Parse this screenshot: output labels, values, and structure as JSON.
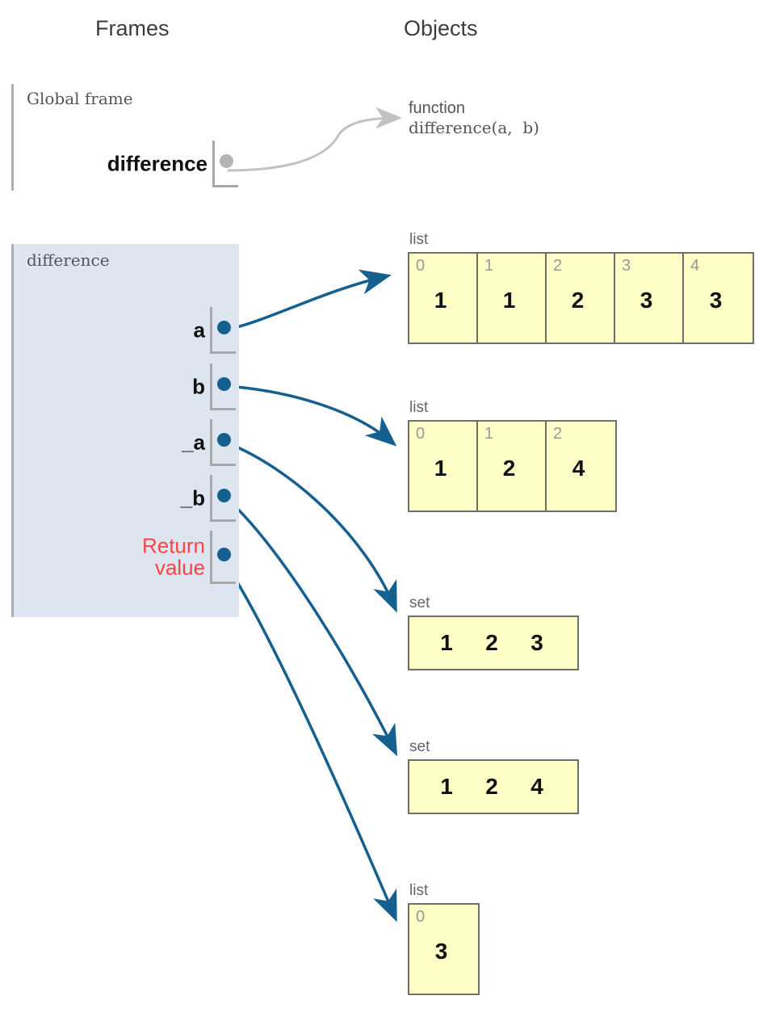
{
  "headings": {
    "frames": "Frames",
    "objects": "Objects"
  },
  "colors": {
    "frame_background": "#dde5f1",
    "object_background": "#fdfdc6",
    "object_border": "#6f6f66",
    "pointer": "#14608f",
    "global_pointer": "#b4b4b4",
    "return_value_text": "#ff4444",
    "index_text": "#9a9a9a"
  },
  "global_frame": {
    "title": "Global frame",
    "variables": [
      {
        "name": "difference",
        "pointer": "function-object"
      }
    ]
  },
  "stack_frame": {
    "title": "difference",
    "variables": [
      {
        "name": "a",
        "pointer": "list-1"
      },
      {
        "name": "b",
        "pointer": "list-2"
      },
      {
        "name": "_a",
        "pointer": "set-1"
      },
      {
        "name": "_b",
        "pointer": "set-2"
      },
      {
        "name": "Return value",
        "name_line1": "Return",
        "name_line2": "value",
        "pointer": "list-3",
        "is_return": true
      }
    ]
  },
  "objects": [
    {
      "id": "function-object",
      "type": "function",
      "kind_label": "function",
      "signature": "difference(a,  b)"
    },
    {
      "id": "list-1",
      "type": "list",
      "type_label": "list",
      "indices": [
        "0",
        "1",
        "2",
        "3",
        "4"
      ],
      "values": [
        "1",
        "1",
        "2",
        "3",
        "3"
      ]
    },
    {
      "id": "list-2",
      "type": "list",
      "type_label": "list",
      "indices": [
        "0",
        "1",
        "2"
      ],
      "values": [
        "1",
        "2",
        "4"
      ]
    },
    {
      "id": "set-1",
      "type": "set",
      "type_label": "set",
      "values": [
        "1",
        "2",
        "3"
      ]
    },
    {
      "id": "set-2",
      "type": "set",
      "type_label": "set",
      "values": [
        "1",
        "2",
        "4"
      ]
    },
    {
      "id": "list-3",
      "type": "list",
      "type_label": "list",
      "indices": [
        "0"
      ],
      "values": [
        "3"
      ]
    }
  ]
}
